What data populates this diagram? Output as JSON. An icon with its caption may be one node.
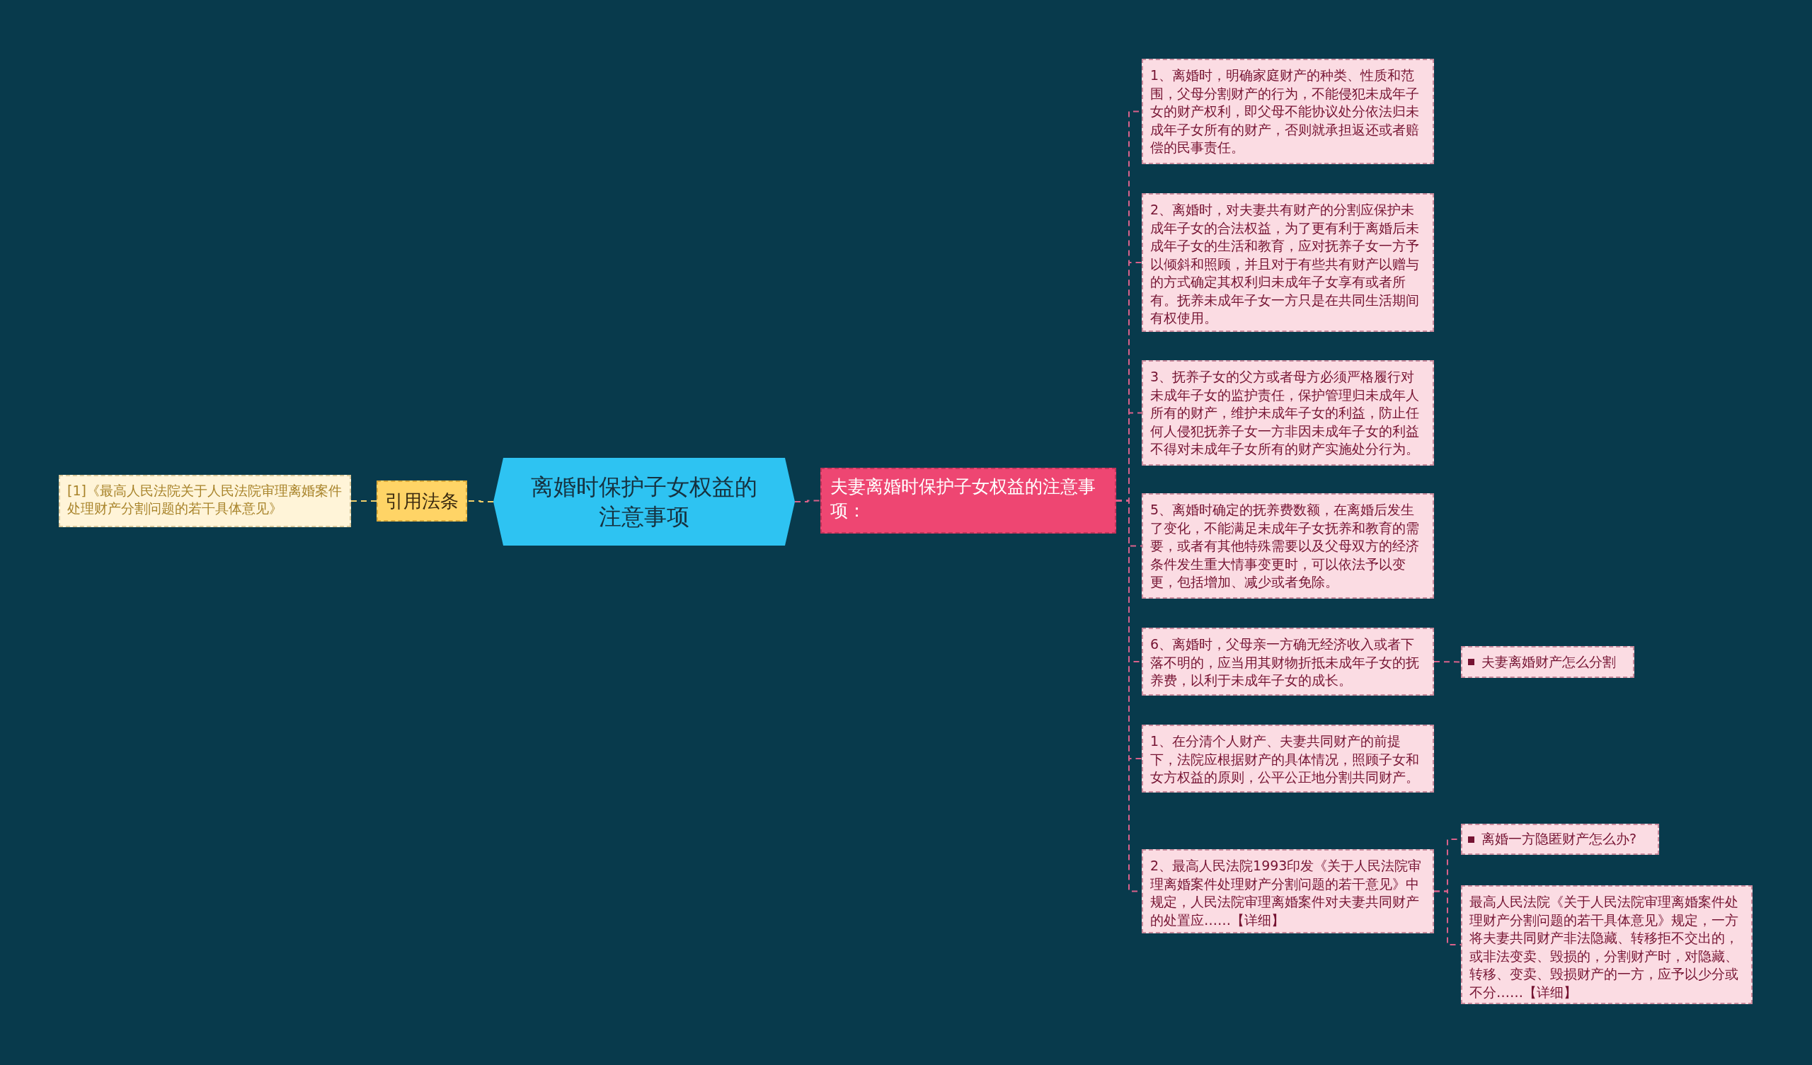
{
  "diagram": {
    "nodes": [
      {
        "text": [
          "离婚时保护子女权益的注意事项"
        ]
      },
      {
        "text": [
          "引用法条"
        ]
      },
      {
        "text": [
          "[1]《最高人民法院关于人民法院审理离婚案件处理财产分割问题的若干具体意见》"
        ]
      },
      {
        "text": [
          "夫妻离婚时保护子女权益的注意事项："
        ]
      },
      {
        "text": [
          "1、离婚时，明确家庭财产的种类、性质和范围，父母分割财产的行为，不能侵犯未成年子女的财产权利，即父母不能协议处分依法归未成年子女所有的财产，否则就承担返还或者赔偿的民事责任。"
        ]
      },
      {
        "text": [
          "2、离婚时，对夫妻共有财产的分割应保护未成年子女的合法权益，为了更有利于离婚后未成年子女的生活和教育，应对抚养子女一方予以倾斜和照顾，并且对于有些共有财产以赠与的方式确定其权利归未成年子女享有或者所有。抚养未成年子女一方只是在共同生活期间有权使用。"
        ]
      },
      {
        "text": [
          "3、抚养子女的父方或者母方必须严格履行对未成年子女的监护责任，保护管理归未成年人所有的财产，维护未成年子女的利益，防止任何人侵犯抚养子女一方非因未成年子女的利益不得对未成年子女所有的财产实施处分行为。"
        ]
      },
      {
        "text": [
          "5、离婚时确定的抚养费数额，在离婚后发生了变化，不能满足未成年子女抚养和教育的需要，或者有其他特殊需要以及父母双方的经济条件发生重大情事变更时，可以依法予以变更，包括增加、减少或者免除。"
        ]
      },
      {
        "text": [
          "6、离婚时，父母亲一方确无经济收入或者下落不明的，应当用其财物折抵未成年子女的抚养费，以利于未成年子女的成长。"
        ]
      },
      {
        "text": [
          "1、在分清个人财产、夫妻共同财产的前提下，法院应根据财产的具体情况，照顾子女和女方权益的原则，公平公正地分割共同财产。"
        ]
      },
      {
        "text": [
          "2、最高人民法院1993印发《关于人民法院审理离婚案件处理财产分割问题的若干意见》中规定，人民法院审理离婚案件对夫妻共同财产的处置应……【详细】"
        ]
      },
      {
        "text": [
          "夫妻离婚财产怎么分割"
        ]
      },
      {
        "text": [
          "离婚一方隐匿财产怎么办?"
        ]
      },
      {
        "text": [
          "最高人民法院《关于人民法院审理离婚案件处理财产分割问题的若干具体意见》规定，一方将夫妻共同财产非法隐藏、转移拒不交出的，或非法变卖、毁损的，分割财产时，对隐藏、转移、变卖、毁损财产的一方，应予以少分或不分……【详细】"
        ]
      }
    ],
    "edges": [
      {
        "from": 0,
        "to": 1,
        "arrow": "none",
        "color": "#f2cf6a"
      },
      {
        "from": 1,
        "to": 2,
        "arrow": "none",
        "color": "#f2cf6a"
      },
      {
        "from": 0,
        "to": 3,
        "arrow": "none"
      },
      {
        "from": 3,
        "to": 4,
        "arrow": "none"
      },
      {
        "from": 3,
        "to": 5,
        "arrow": "none"
      },
      {
        "from": 3,
        "to": 6,
        "arrow": "none"
      },
      {
        "from": 3,
        "to": 7,
        "arrow": "none"
      },
      {
        "from": 3,
        "to": 8,
        "arrow": "none"
      },
      {
        "from": 3,
        "to": 9,
        "arrow": "none"
      },
      {
        "from": 3,
        "to": 10,
        "arrow": "none"
      },
      {
        "from": 8,
        "to": 11,
        "arrow": "none"
      },
      {
        "from": 10,
        "to": 12,
        "arrow": "none"
      },
      {
        "from": 10,
        "to": 13,
        "arrow": "none"
      }
    ]
  }
}
